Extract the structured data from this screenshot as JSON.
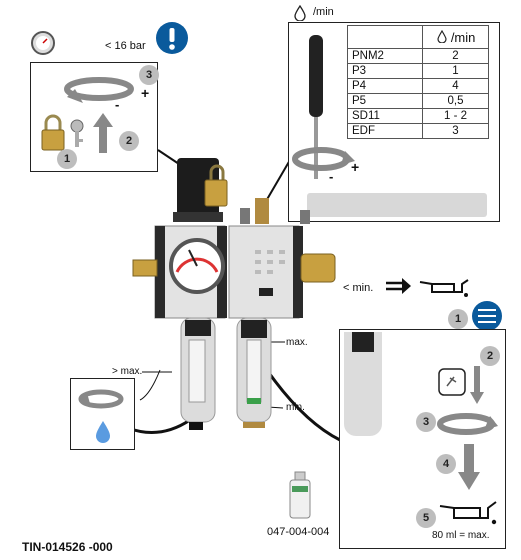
{
  "top": {
    "rate_unit": "/min",
    "pressure": "< 16 bar"
  },
  "regulator_steps": [
    "1",
    "2",
    "3"
  ],
  "adjust_signs": {
    "minus": "-",
    "plus": "+"
  },
  "screwdriver_signs": {
    "minus": "-",
    "plus": "+"
  },
  "rate_table": {
    "header_unit": "/min",
    "rows": [
      {
        "model": "PNM2",
        "rate": "2"
      },
      {
        "model": "P3",
        "rate": "1"
      },
      {
        "model": "P4",
        "rate": "4"
      },
      {
        "model": "P5",
        "rate": "0,5"
      },
      {
        "model": "SD11",
        "rate": "1 - 2"
      },
      {
        "model": "EDF",
        "rate": "3"
      }
    ]
  },
  "labels": {
    "min_oil": "< min.",
    "gt_max": "> max.",
    "max": "max.",
    "min": "min."
  },
  "refill_steps": [
    "1",
    "2",
    "3",
    "4",
    "5"
  ],
  "refill_amount": "80 ml = max.",
  "oil_bottle_code": "047-004-004",
  "doc_id": "TIN-014526 -000",
  "colors": {
    "info_blue": "#0a5a9c",
    "drop_blue": "#5a9be0",
    "badge_gray": "#bdbdbd"
  }
}
